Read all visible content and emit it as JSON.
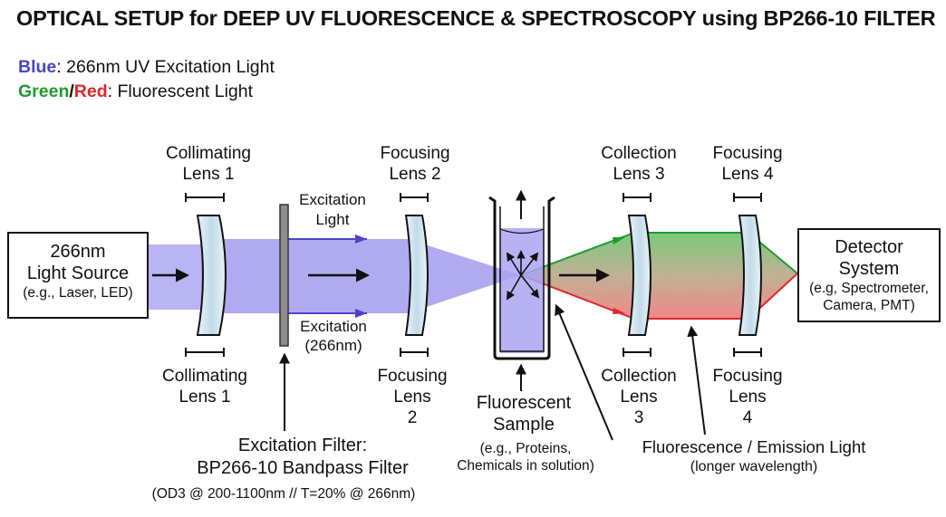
{
  "title": "OPTICAL SETUP for DEEP UV FLUORESCENCE & SPECTROSCOPY using BP266-10 FILTER",
  "legend": {
    "blue_word": "Blue",
    "blue_rest": ": 266nm UV Excitation Light",
    "green_word": "Green",
    "slash": "/",
    "red_word": "Red",
    "red_rest": ": Fluorescent Light"
  },
  "colors": {
    "blue": "#4b45c8",
    "green": "#1f9a2e",
    "red": "#e0262a",
    "beam_blue": "#a7a2f0",
    "lens": "#cfe4ee"
  },
  "source": {
    "line1": "266nm",
    "line2": "Light Source",
    "line3": "(e.g., Laser, LED)"
  },
  "detector": {
    "line1": "Detector",
    "line2": "System",
    "line3": "(e.g, Spectrometer,",
    "line4": "Camera, PMT)"
  },
  "lens1": {
    "top1": "Collimating",
    "top2": "Lens 1",
    "bot1": "Collimating",
    "bot2": "Lens 1"
  },
  "lens2": {
    "top1": "Focusing",
    "top2": "Lens 2",
    "bot1": "Focusing",
    "bot2": "Lens",
    "bot3": "2"
  },
  "lens3": {
    "top1": "Collection",
    "top2": "Lens 3",
    "bot1": "Collection",
    "bot2": "Lens",
    "bot3": "3"
  },
  "lens4": {
    "top1": "Focusing",
    "top2": "Lens 4",
    "bot1": "Focusing",
    "bot2": "Lens",
    "bot3": "4"
  },
  "excitation_top": {
    "line1": "Excitation",
    "line2": "Light"
  },
  "excitation_bottom": {
    "line1": "Excitation",
    "line2": "(266nm)"
  },
  "filter": {
    "line1": "Excitation Filter:",
    "line2": "BP266-10 Bandpass Filter",
    "line3": "(OD3 @ 200-1100nm // T=20% @ 266nm)"
  },
  "sample": {
    "line1": "Fluorescent",
    "line2": "Sample",
    "line3": "(e.g., Proteins,",
    "line4": "Chemicals in solution)"
  },
  "emission": {
    "line1": "Fluorescence / Emission Light",
    "line2": "(longer wavelength)"
  }
}
